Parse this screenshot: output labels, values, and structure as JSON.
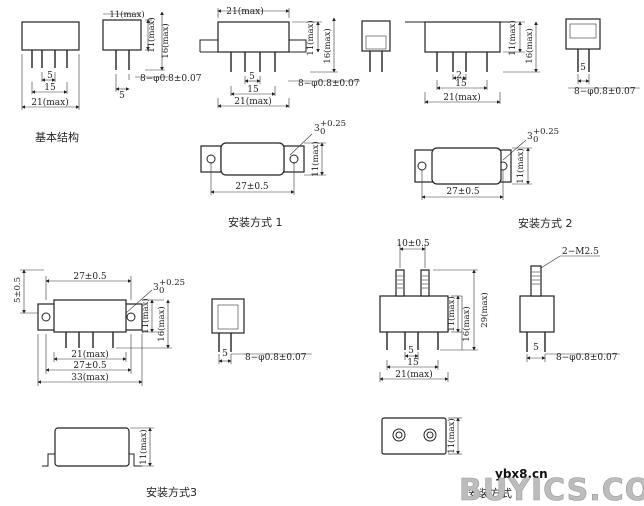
{
  "captions": {
    "basic": "基本结构",
    "m1": "安装方式 1",
    "m2": "安装方式 2",
    "m3": "安装方式3",
    "m4": "安装方式 4"
  },
  "dims": {
    "h11max": "11(max)",
    "h16max": "16(max)",
    "h29max": "29(max)",
    "w21max": "21(max)",
    "w33max": "33(max)",
    "d5": "5",
    "d2": "2",
    "d15": "15",
    "d27": "27±0.5",
    "d5v": "5±0.5",
    "d10": "10±0.5",
    "pins": "8−φ0.8±0.07",
    "hole": "3",
    "hole_tol": "+0.25",
    "hole_tol0": "0",
    "screw": "2−M2.5"
  },
  "watermark": {
    "site": "ybx8.cn",
    "brand": "BUYICS.COM"
  }
}
